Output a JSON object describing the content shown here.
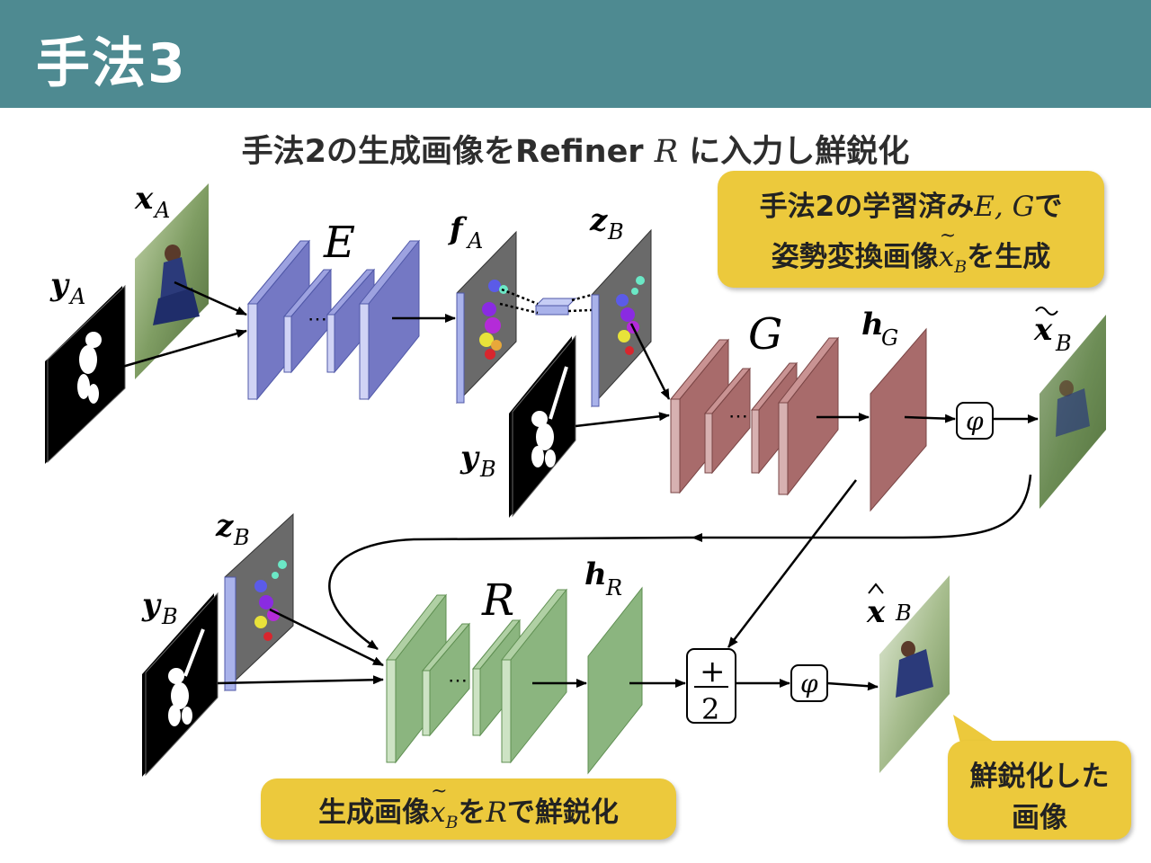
{
  "header": {
    "title": "手法3",
    "background": "#4e8a91"
  },
  "subtitle": {
    "before": "手法2の生成画像をRefiner ",
    "math": "R",
    "after": " に入力し鮮鋭化"
  },
  "callout_top": {
    "line1_text": "手法2の学習済み",
    "line1_math": "E, G",
    "line1_end": "で",
    "line2_text": "姿勢変換画像",
    "line2_math_base": "x",
    "line2_math_sub": "B",
    "line2_end": "を生成",
    "color": "#ecc93c"
  },
  "callout_bottom": {
    "text_start": "生成画像",
    "math_base": "x",
    "math_sub": "B",
    "text_mid": "を",
    "math_R": "R",
    "text_end": "で鮮鋭化"
  },
  "callout_right": {
    "line1": "鮮鋭化した",
    "line2": "画像"
  },
  "diagram": {
    "labels": {
      "xA": "x",
      "xA_sub": "A",
      "yA": "y",
      "yA_sub": "A",
      "E": "E",
      "fA": "f",
      "fA_sub": "A",
      "zB_top": "z",
      "zB_top_sub": "B",
      "yB_mid": "y",
      "yB_mid_sub": "B",
      "G": "G",
      "hG": "h",
      "hG_sub": "G",
      "xB_tilde": "x",
      "xB_tilde_sub": "B",
      "phi_top": "φ",
      "zB_bot": "z",
      "zB_bot_sub": "B",
      "yB_bot": "y",
      "yB_bot_sub": "B",
      "R": "R",
      "hR": "h",
      "hR_sub": "R",
      "plus": "+",
      "two": "2",
      "phi_bot": "φ",
      "xB_hat": "x",
      "xB_hat_sub": "B"
    },
    "colors": {
      "encoder": "#7478c4",
      "generator": "#a86b6b",
      "refiner": "#8bb57f",
      "feature": "#a9b2ea"
    }
  }
}
